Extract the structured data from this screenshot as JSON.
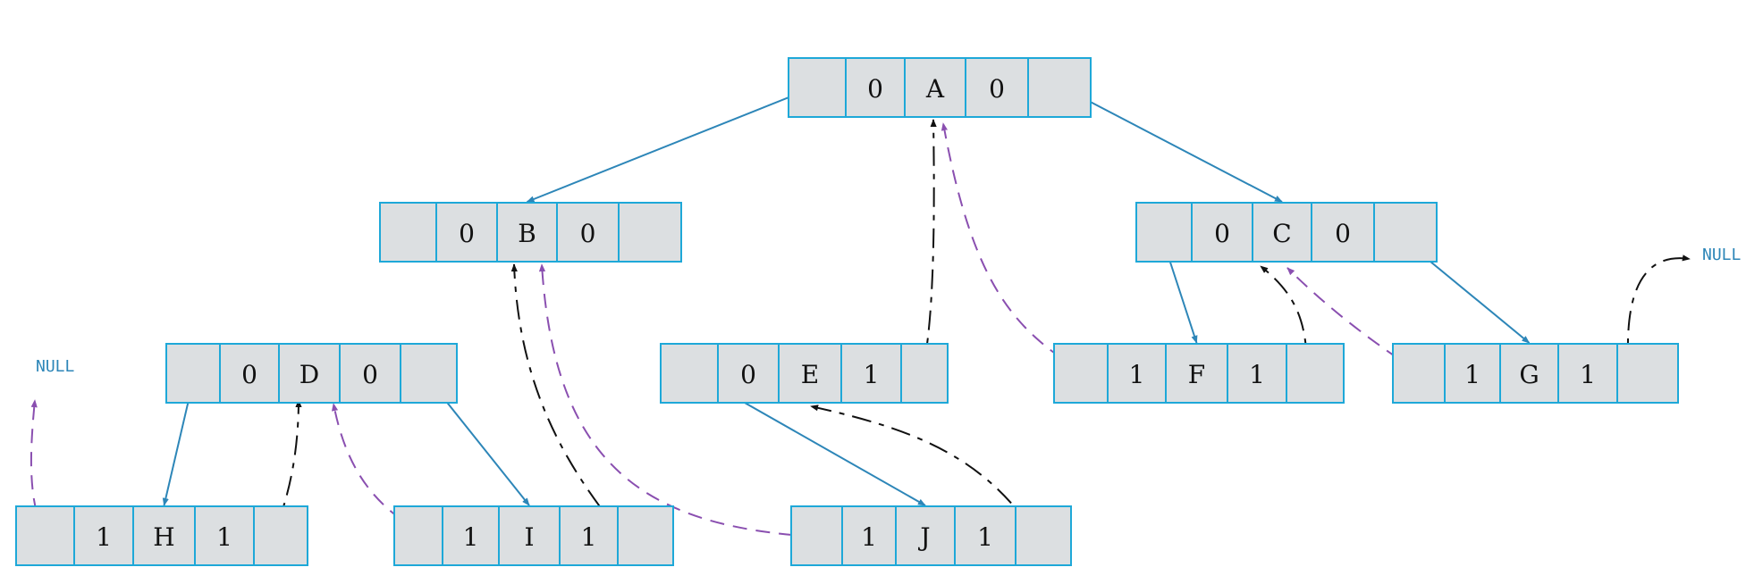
{
  "colors": {
    "cell_fill": "#dcdfe1",
    "cell_stroke": "#1ea8d8",
    "child_arrow": "#2d86b8",
    "thread_black": "#111111",
    "thread_purple": "#8a4fb0",
    "null_text": "#2d86b8"
  },
  "nodes": [
    {
      "id": "A",
      "ltag": "0",
      "data": "A",
      "rtag": "0"
    },
    {
      "id": "B",
      "ltag": "0",
      "data": "B",
      "rtag": "0"
    },
    {
      "id": "C",
      "ltag": "0",
      "data": "C",
      "rtag": "0"
    },
    {
      "id": "D",
      "ltag": "0",
      "data": "D",
      "rtag": "0"
    },
    {
      "id": "E",
      "ltag": "0",
      "data": "E",
      "rtag": "1"
    },
    {
      "id": "F",
      "ltag": "1",
      "data": "F",
      "rtag": "1"
    },
    {
      "id": "G",
      "ltag": "1",
      "data": "G",
      "rtag": "1"
    },
    {
      "id": "H",
      "ltag": "1",
      "data": "H",
      "rtag": "1"
    },
    {
      "id": "I",
      "ltag": "1",
      "data": "I",
      "rtag": "1"
    },
    {
      "id": "J",
      "ltag": "1",
      "data": "J",
      "rtag": "1"
    }
  ],
  "child_links": [
    {
      "from": "A",
      "to": "B",
      "side": "left"
    },
    {
      "from": "A",
      "to": "C",
      "side": "right"
    },
    {
      "from": "C",
      "to": "F",
      "side": "left"
    },
    {
      "from": "C",
      "to": "G",
      "side": "right"
    },
    {
      "from": "D",
      "to": "H",
      "side": "left"
    },
    {
      "from": "D",
      "to": "I",
      "side": "right"
    },
    {
      "from": "E",
      "to": "J",
      "side": "left"
    }
  ],
  "thread_links": [
    {
      "from": "H",
      "to": "NULL_LEFT",
      "kind": "predecessor"
    },
    {
      "from": "H",
      "to": "D",
      "kind": "successor"
    },
    {
      "from": "I",
      "to": "D",
      "kind": "predecessor"
    },
    {
      "from": "I",
      "to": "B",
      "kind": "successor"
    },
    {
      "from": "J",
      "to": "B",
      "kind": "predecessor"
    },
    {
      "from": "J",
      "to": "E",
      "kind": "successor"
    },
    {
      "from": "E",
      "to": "A",
      "kind": "successor"
    },
    {
      "from": "F",
      "to": "A",
      "kind": "predecessor"
    },
    {
      "from": "F",
      "to": "C",
      "kind": "successor"
    },
    {
      "from": "G",
      "to": "C",
      "kind": "predecessor"
    },
    {
      "from": "G",
      "to": "NULL_RIGHT",
      "kind": "successor"
    }
  ],
  "null_labels": [
    {
      "id": "NULL_LEFT",
      "text": "NULL"
    },
    {
      "id": "NULL_RIGHT",
      "text": "NULL"
    }
  ]
}
